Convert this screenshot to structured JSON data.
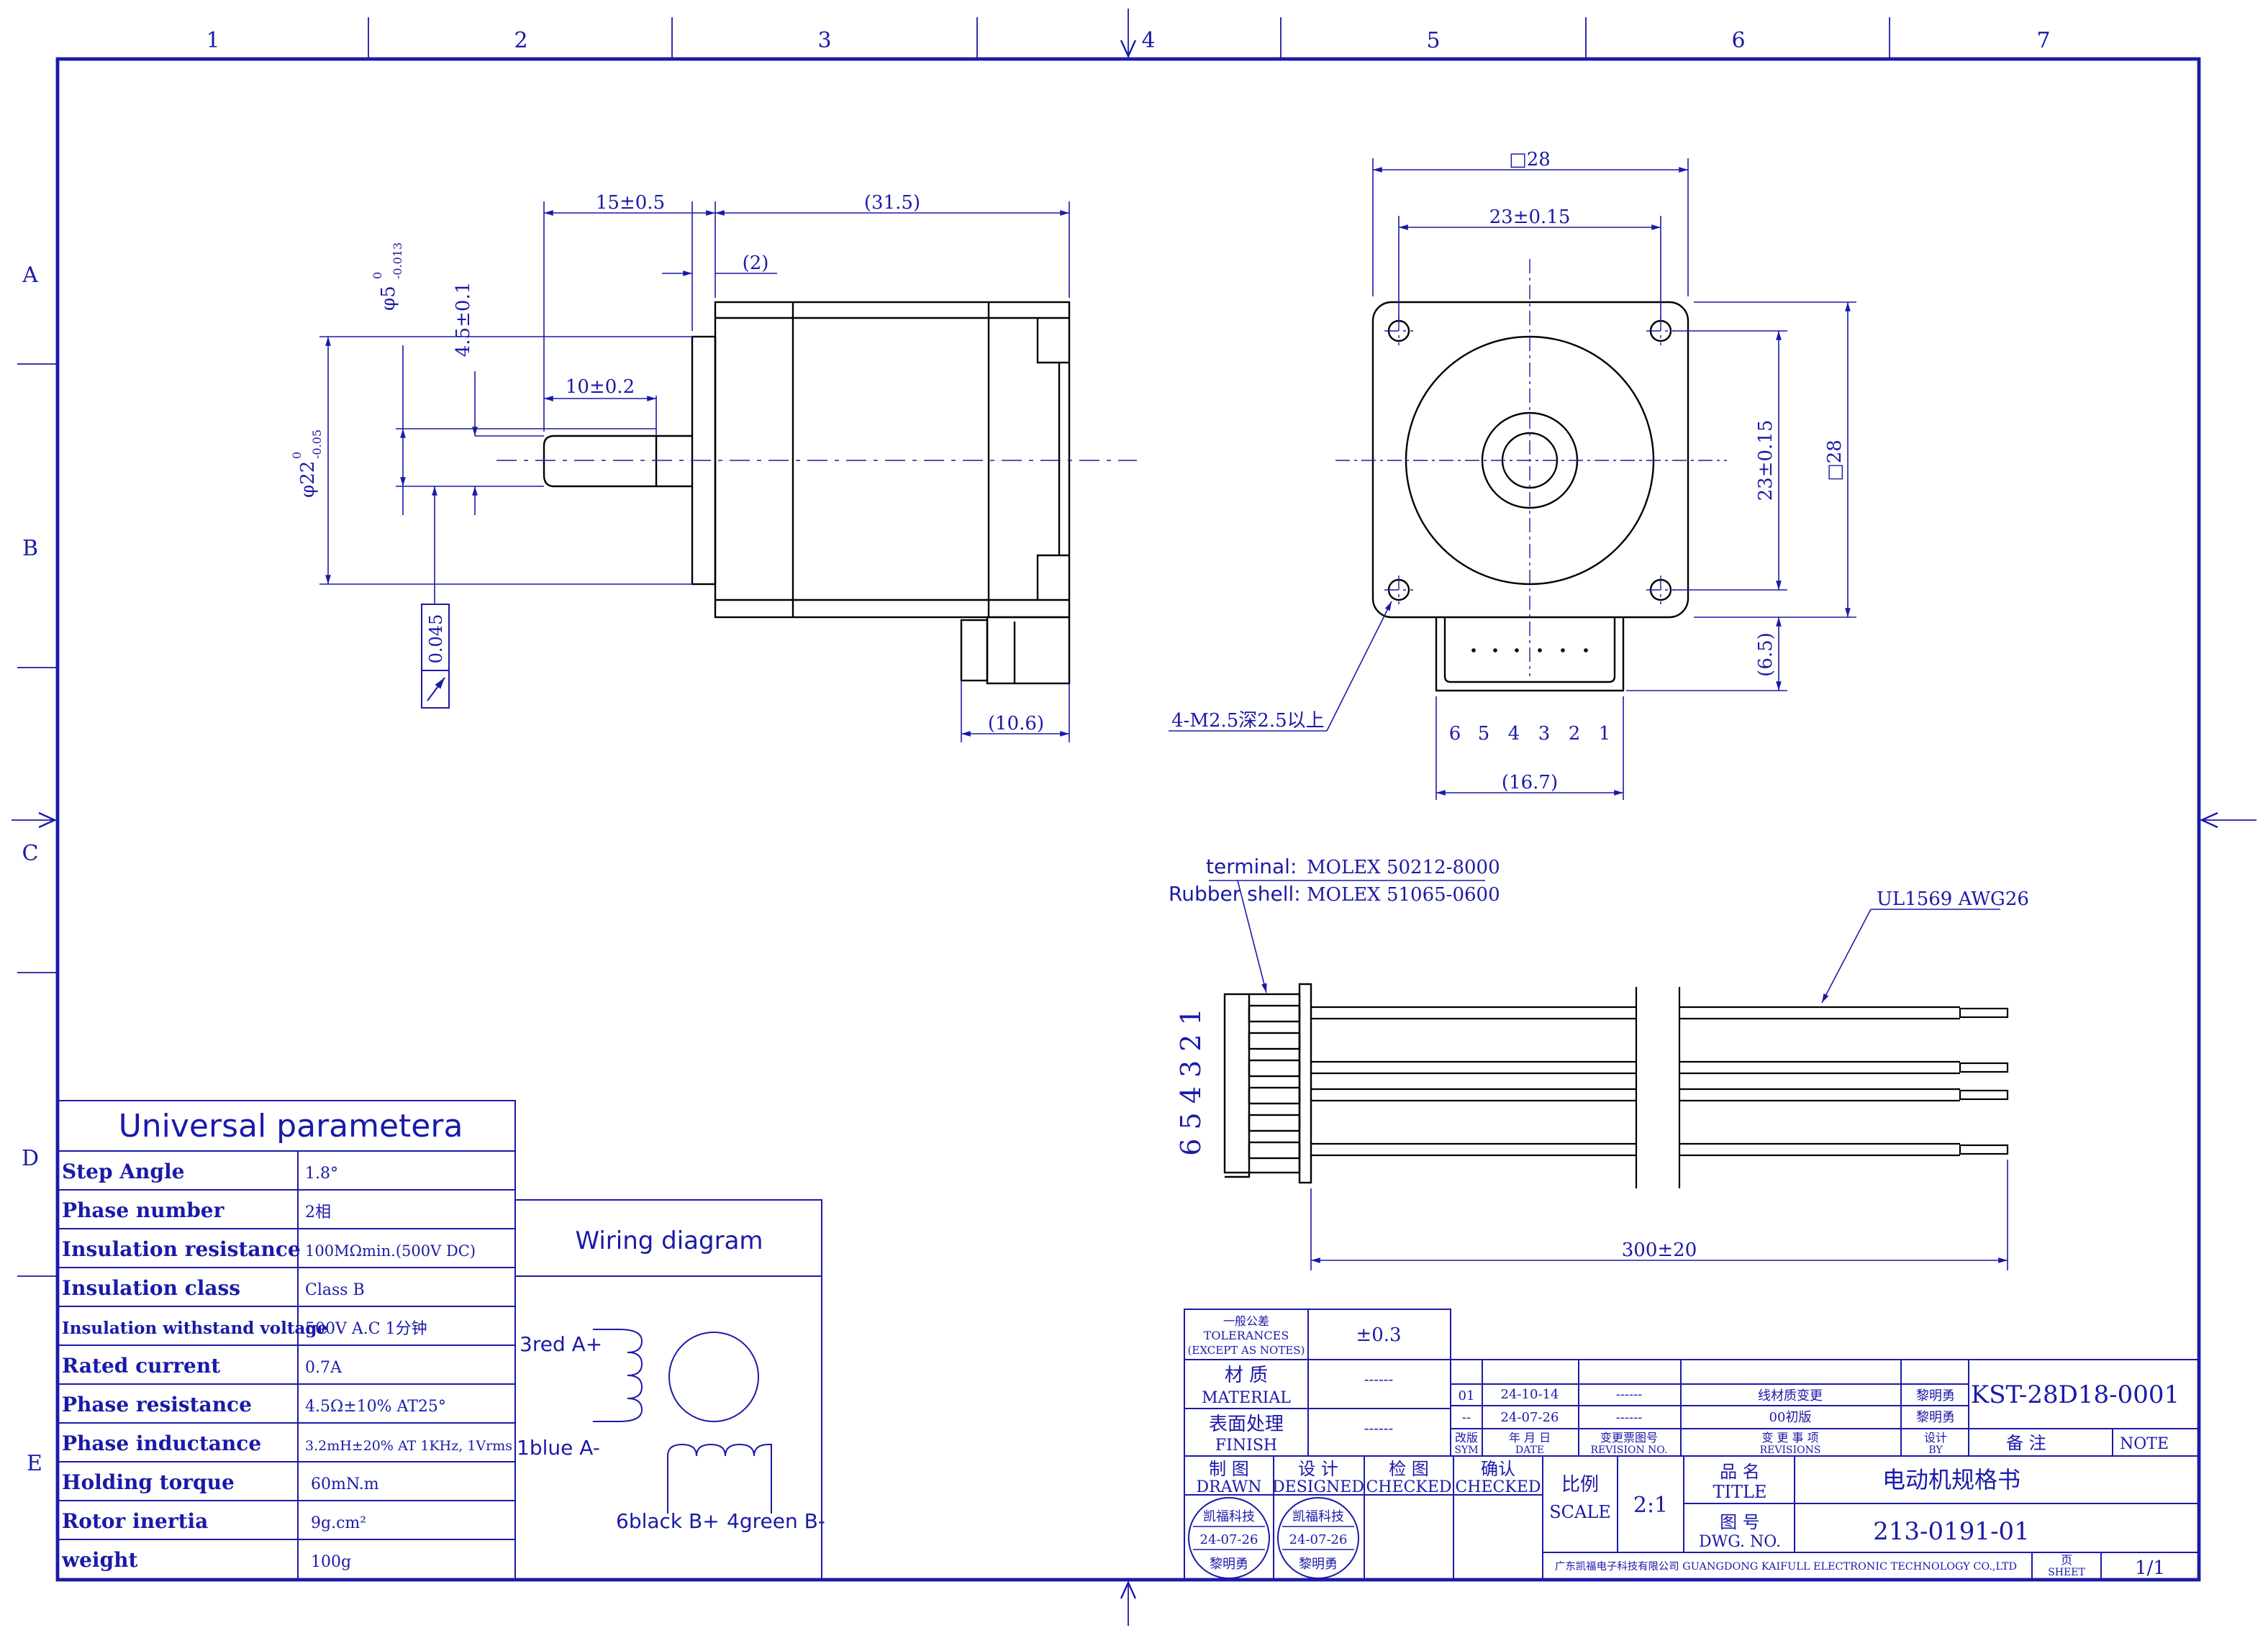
{
  "zone_columns": [
    "1",
    "2",
    "3",
    "4",
    "5",
    "6",
    "7"
  ],
  "zone_rows": [
    "A",
    "B",
    "C",
    "D",
    "E"
  ],
  "side_view": {
    "dim_length": "(31.5)",
    "dim_shaft": "15±0.5",
    "dim_pilot": "(2)",
    "dim_flat": "10±0.2",
    "dim_shaft_dia": "φ5",
    "dim_shaft_dia_tol_upper": "0",
    "dim_shaft_dia_tol_lower": "-0.013",
    "dim_flat_depth": "4.5±0.1",
    "dim_pilot_dia": "φ22",
    "dim_pilot_dia_tol_upper": "0",
    "dim_pilot_dia_tol_lower": "-0.05",
    "runout": "0.045",
    "dim_connector": "(10.6)"
  },
  "front_view": {
    "dim_square": "□28",
    "dim_holes_h": "23±0.15",
    "dim_holes_v": "23±0.15",
    "dim_square_v": "□28",
    "dim_conn_h": "(6.5)",
    "dim_conn_w": "(16.7)",
    "hole_note": "4-M2.5深2.5以上",
    "pin_numbers": [
      "6",
      "5",
      "4",
      "3",
      "2",
      "1"
    ]
  },
  "cable": {
    "terminal_label": "terminal:",
    "terminal_part": "MOLEX 50212-8000",
    "shell_label": "Rubber shell:",
    "shell_part": "MOLEX 51065-0600",
    "wire_spec": "UL1569 AWG26",
    "pins_vertical": "6 5 4 3 2 1",
    "length": "300±20"
  },
  "params": {
    "title": "Universal parametera",
    "rows": [
      {
        "label": "Step Angle",
        "value": "1.8°"
      },
      {
        "label": "Phase number",
        "value": "2相"
      },
      {
        "label": "Insulation resistance",
        "value": "100MΩmin.(500V DC)"
      },
      {
        "label": "Insulation class",
        "value": "Class B"
      },
      {
        "label": "Insulation withstand voltage",
        "value": "500V A.C 1分钟"
      },
      {
        "label": "Rated current",
        "value": "0.7A"
      },
      {
        "label": "Phase resistance",
        "value": "4.5Ω±10%  AT25°"
      },
      {
        "label": "Phase inductance",
        "value": "3.2mH±20%  AT 1KHz, 1Vrms"
      },
      {
        "label": "Holding torque",
        "value": "60mN.m"
      },
      {
        "label": "Rotor inertia",
        "value": "9g.cm²"
      },
      {
        "label": "weight",
        "value": "100g"
      }
    ]
  },
  "wiring": {
    "title": "Wiring diagram",
    "red": "3red A+",
    "blue": "1blue A-",
    "black": "6black B+",
    "green": "4green B-"
  },
  "title_block": {
    "tol_cn": "一般公差",
    "tol_en": "TOLERANCES",
    "tol_note": "(EXCEPT AS NOTES)",
    "tol_value": "±0.3",
    "material_cn": "材  质",
    "material_en": "MATERIAL",
    "material_value": "------",
    "finish_cn": "表面处理",
    "finish_en": "FINISH",
    "finish_value": "------",
    "rev_rows": [
      {
        "sym": "01",
        "date": "24-10-14",
        "no": "------",
        "desc": "线材质变更",
        "by": "黎明勇"
      },
      {
        "sym": "--",
        "date": "24-07-26",
        "no": "------",
        "desc": "00初版",
        "by": "黎明勇"
      }
    ],
    "h_sym_cn": "改版",
    "h_sym_en": "SYM",
    "h_date_cn": "年 月 日",
    "h_date_en": "DATE",
    "h_no_cn": "变更票图号",
    "h_no_en": "REVISION NO.",
    "h_desc_cn": "变  更  事  项",
    "h_desc_en": "REVISIONS",
    "h_by_cn": "设计",
    "h_by_en": "BY",
    "drawn_cn": "制 图",
    "drawn_en": "DRAWN",
    "designed_cn": "设 计",
    "designed_en": "DESIGNED",
    "checked1_cn": "检 图",
    "checked1_en": "CHECKED",
    "checked2_cn": "确认",
    "checked2_en": "CHECKED",
    "stamp_company": "凯福科技",
    "stamp_date": "24-07-26",
    "stamp_name": "黎明勇",
    "scale_cn": "比例",
    "scale_en": "SCALE",
    "scale_value": "2:1",
    "part_no": "KST-28D18-0001",
    "note_cn": "备    注",
    "note_en": "NOTE",
    "title_cn": "品  名",
    "title_en": "TITLE",
    "title_value": "电动机规格书",
    "dwg_cn": "图  号",
    "dwg_en": "DWG. NO.",
    "dwg_value": "213-0191-01",
    "company": "广东凯福电子科技有限公司 GUANGDONG KAIFULL ELECTRONIC TECHNOLOGY CO.,LTD",
    "sheet_cn": "页",
    "sheet_en": "SHEET",
    "sheet_value": "1/1"
  }
}
